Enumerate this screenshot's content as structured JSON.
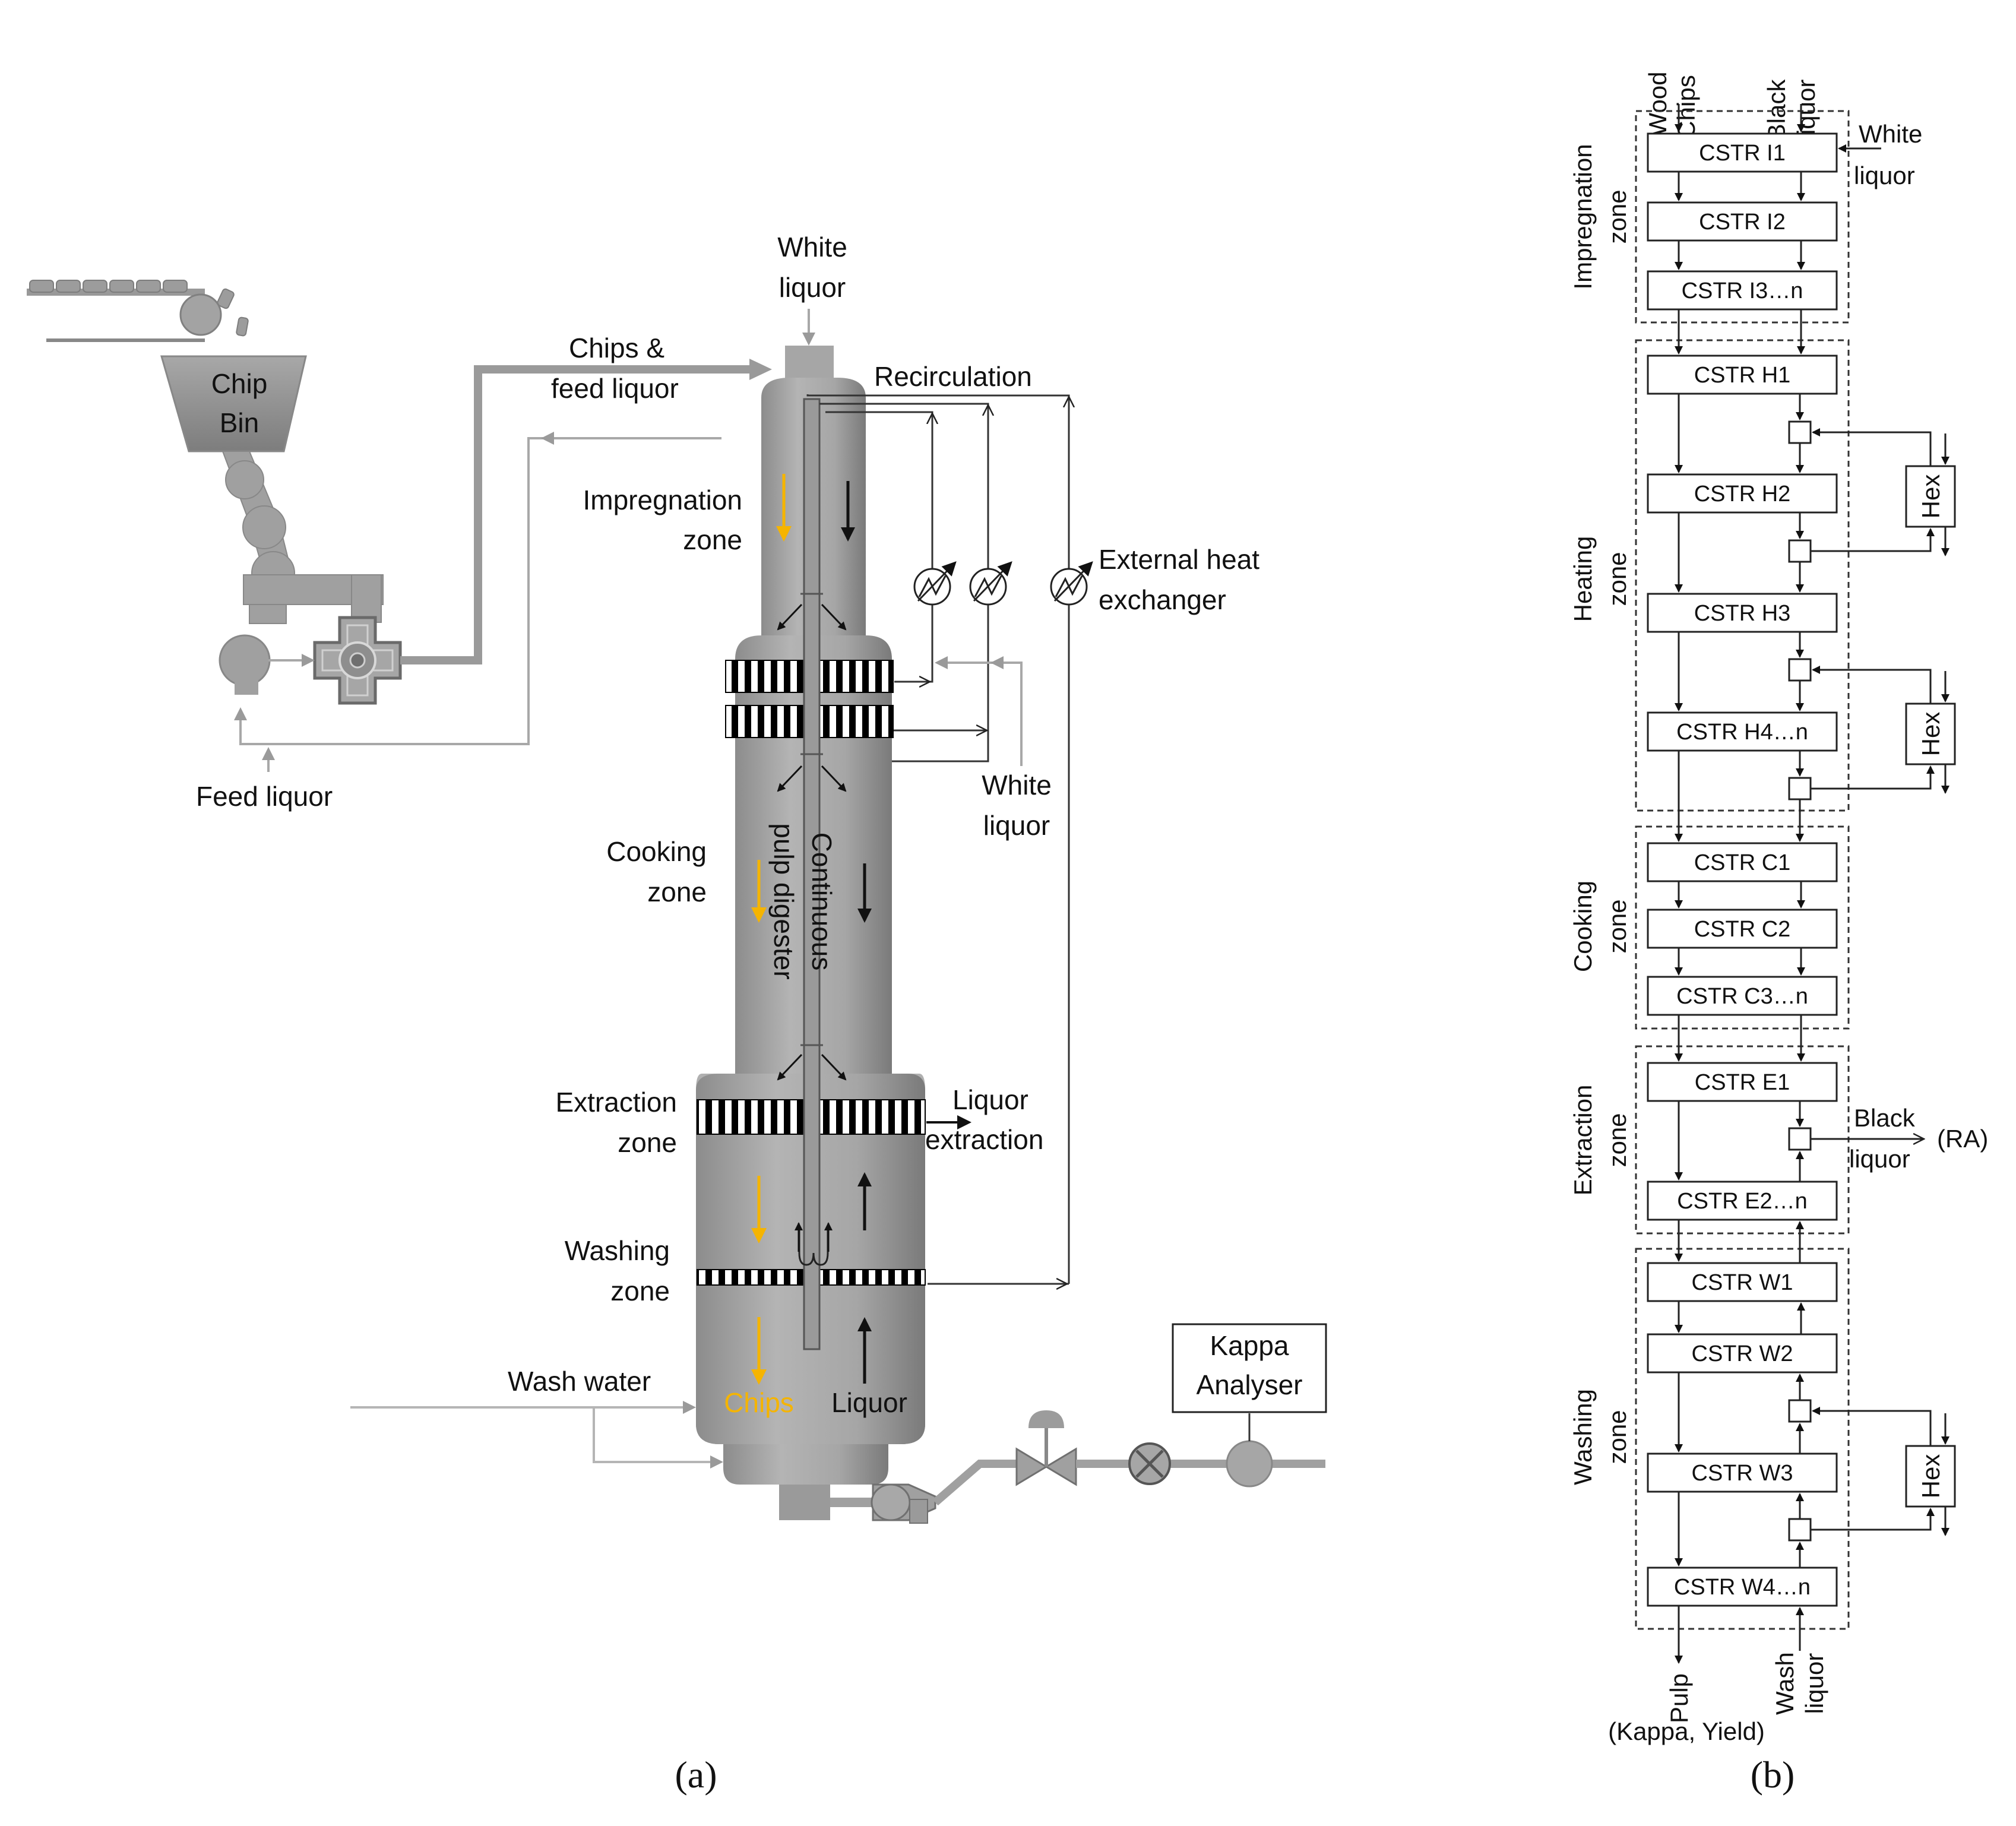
{
  "panel_a": {
    "chip_bin": [
      "Chip",
      "Bin"
    ],
    "white_liquor_top": [
      "White",
      "liquor"
    ],
    "chips_feed": [
      "Chips &",
      "feed liquor"
    ],
    "recirculation": "Recirculation",
    "impregnation_zone": [
      "Impregnation",
      "zone"
    ],
    "external_hex": [
      "External heat",
      "exchanger"
    ],
    "feed_liquor": "Feed liquor",
    "white_liquor_side": [
      "White",
      "liquor"
    ],
    "cooking_zone": [
      "Cooking",
      "zone"
    ],
    "digester": [
      "Continuous",
      "pulp digester"
    ],
    "extraction_zone": [
      "Extraction",
      "zone"
    ],
    "liquor_extraction": [
      "Liquor",
      "extraction"
    ],
    "washing_zone": [
      "Washing",
      "zone"
    ],
    "wash_water": "Wash water",
    "chips": "Chips",
    "liquor": "Liquor",
    "kappa": [
      "Kappa",
      "Analyser"
    ],
    "caption": "(a)"
  },
  "panel_b": {
    "in_wood": "Wood",
    "in_chips": "Chips",
    "in_black": "Black",
    "in_liquor": "liquor",
    "white_liquor": [
      "White",
      "liquor"
    ],
    "zones": {
      "impregnation": [
        "Impregnation",
        "zone"
      ],
      "heating": [
        "Heating",
        "zone"
      ],
      "cooking": [
        "Cooking",
        "zone"
      ],
      "extraction": [
        "Extraction",
        "zone"
      ],
      "washing": [
        "Washing",
        "zone"
      ]
    },
    "boxes": {
      "i1": "CSTR I1",
      "i2": "CSTR I2",
      "i3": "CSTR I3…n",
      "h1": "CSTR H1",
      "h2": "CSTR H2",
      "h3": "CSTR H3",
      "h4": "CSTR H4…n",
      "c1": "CSTR C1",
      "c2": "CSTR C2",
      "c3": "CSTR C3…n",
      "e1": "CSTR E1",
      "e2": "CSTR E2…n",
      "w1": "CSTR W1",
      "w2": "CSTR W2",
      "w3": "CSTR W3",
      "w4": "CSTR W4…n"
    },
    "hex": "Hex",
    "black_liquor": [
      "Black",
      "liquor"
    ],
    "ra": "(RA)",
    "pulp": "Pulp",
    "kappa_yield": "(Kappa, Yield)",
    "wash": "Wash",
    "wash_liquor": "liquor",
    "caption": "(b)"
  }
}
